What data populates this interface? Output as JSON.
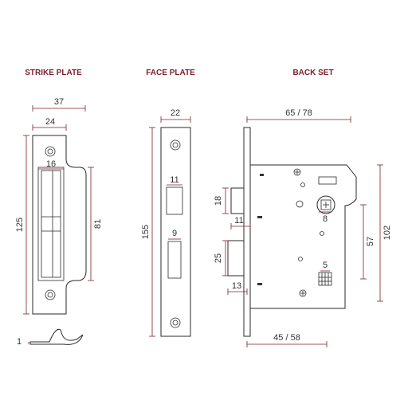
{
  "titles": {
    "strike": "STRIKE PLATE",
    "face": "FACE PLATE",
    "back": "BACK SET"
  },
  "strike": {
    "width_outer": "37",
    "width_inner": "24",
    "slot": "16",
    "height": "125",
    "height_inner": "81",
    "thickness": "1"
  },
  "face": {
    "width": "22",
    "height": "155",
    "upper_slot": "11",
    "lower_slot": "9"
  },
  "back": {
    "width": "65 / 78",
    "latch_h": "18",
    "latch_proj": "11",
    "bolt_h": "25",
    "bolt_proj": "13",
    "spindle": "8",
    "keyway": "5",
    "centres": "57",
    "height": "102",
    "backset": "45 / 58"
  },
  "colors": {
    "accent": "#7a1f2b",
    "line": "#2a2a2a"
  }
}
